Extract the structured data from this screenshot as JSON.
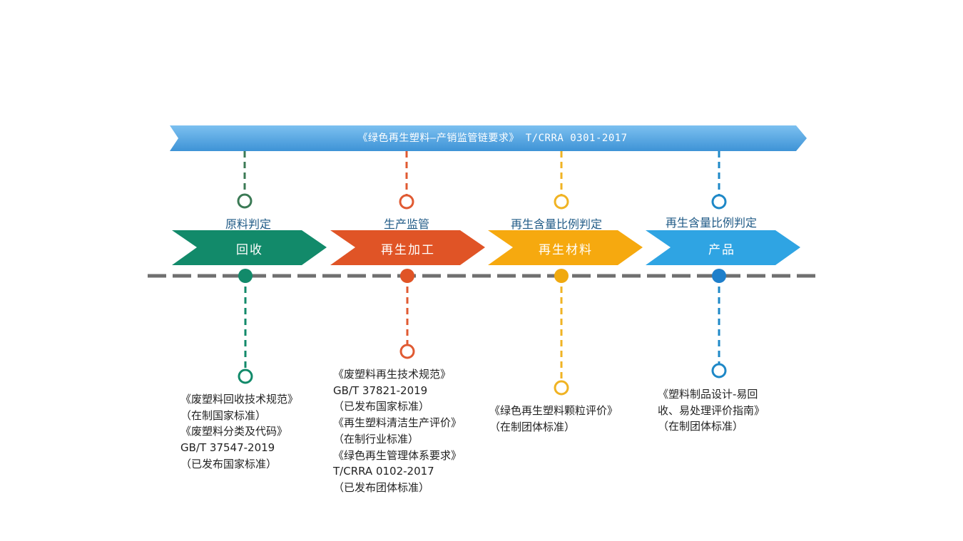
{
  "banner": {
    "text": "《绿色再生塑料—产销监管链要求》 T/CRRA 0301-2017"
  },
  "colors": {
    "banner": "#5aa9e6",
    "timeline": "#707070",
    "stage1": "#128a6a",
    "stage2": "#e05426",
    "stage3": "#f6a90f",
    "stage4": "#2fa4e3",
    "line1": "#3b7a55",
    "line2": "#e05a32",
    "line3": "#f0b323",
    "line4": "#1e88c7",
    "judge_text": "#1f5a86"
  },
  "stages": [
    {
      "label": "回收",
      "judgement": "原料判定",
      "standards": [
        "《废塑料回收技术规范》",
        "（在制国家标准）",
        "《废塑料分类及代码》",
        "GB/T 37547-2019",
        "（已发布国家标准）"
      ]
    },
    {
      "label": "再生加工",
      "judgement": "生产监管",
      "standards": [
        "《废塑料再生技术规范》",
        "GB/T 37821-2019",
        "（已发布国家标准）",
        "《再生塑料清洁生产评价》",
        "（在制行业标准）",
        "《绿色再生管理体系要求》",
        "T/CRRA 0102-2017",
        "（已发布团体标准）"
      ]
    },
    {
      "label": "再生材料",
      "judgement": "再生含量比例判定",
      "standards": [
        "《绿色再生塑料颗粒评价》",
        "（在制团体标准）"
      ]
    },
    {
      "label": "产品",
      "judgement": "再生含量比例判定",
      "standards": [
        "《塑料制品设计-易回",
        "收、易处理评价指南》",
        "（在制团体标准）"
      ]
    }
  ]
}
